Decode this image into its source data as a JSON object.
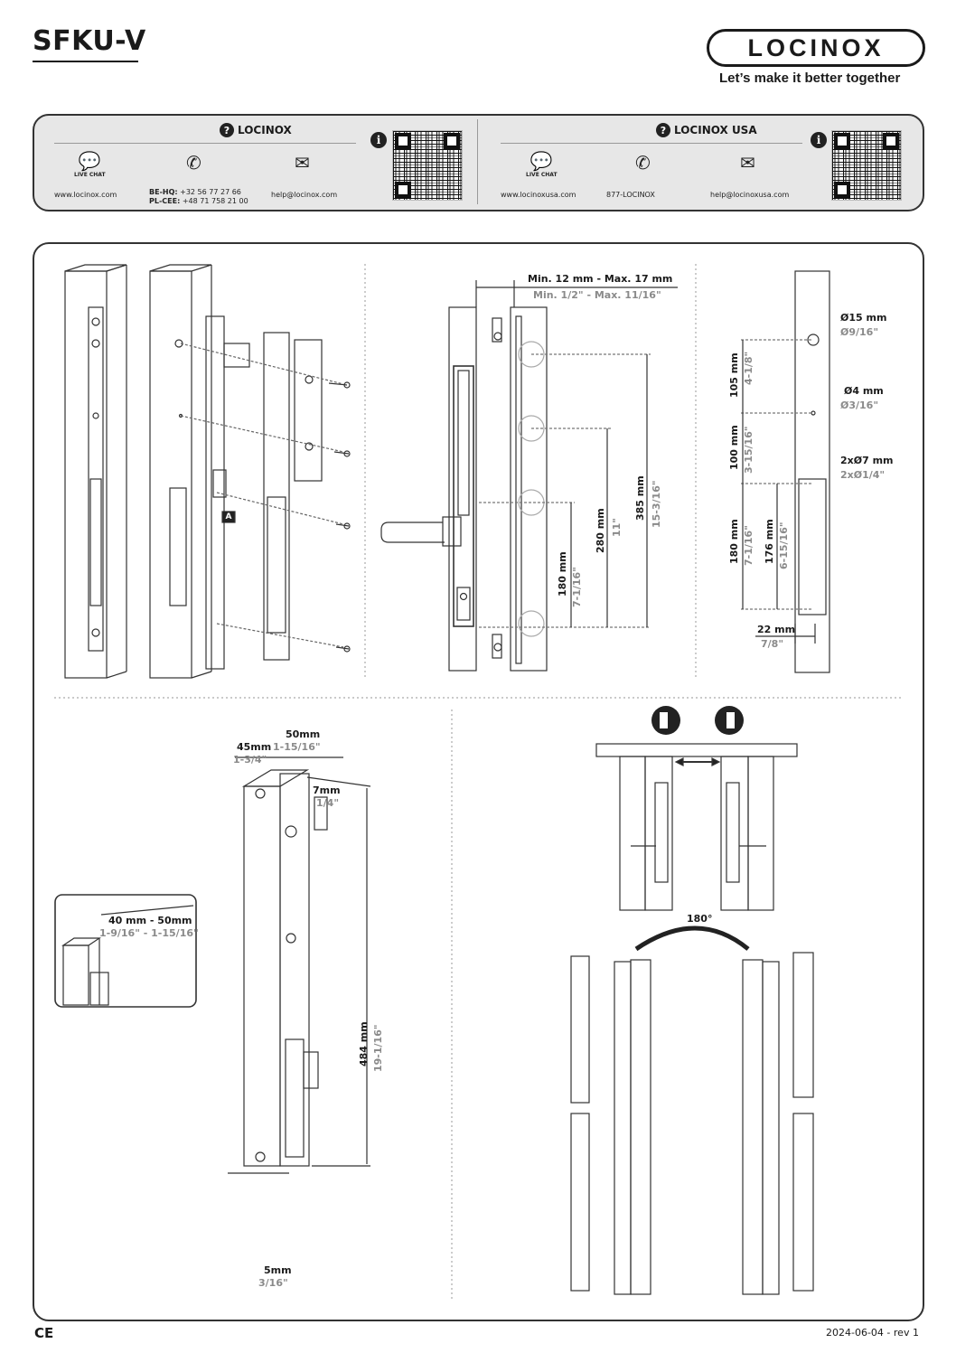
{
  "header": {
    "title": "SFKU-V",
    "logo_text": "LOCINOX",
    "tagline": "Let’s make it better together"
  },
  "contacts": {
    "left": {
      "heading": "LOCINOX",
      "live_chat": "LIVE CHAT",
      "website": "www.locinox.com",
      "phone_label_1": "BE-HQ:",
      "phone_1": "+32 56 77 27 66",
      "phone_label_2": "PL-CEE:",
      "phone_2": "+48 71 758 21 00",
      "email": "help@locinox.com"
    },
    "right": {
      "heading": "LOCINOX USA",
      "live_chat": "LIVE CHAT",
      "website": "www.locinoxusa.com",
      "phone": "877-LOCINOX",
      "email": "help@locinoxusa.com"
    }
  },
  "dimensions": {
    "gap_mm": "Min. 12 mm - Max. 17 mm",
    "gap_in": "Min. 1/2\" - Max. 11/16\"",
    "h180_mm": "180 mm",
    "h180_in": "7-1/16\"",
    "h280_mm": "280 mm",
    "h280_in": "11\"",
    "h385_mm": "385 mm",
    "h385_in": "15-3/16\"",
    "d15_mm": "Ø15 mm",
    "d15_in": "Ø9/16\"",
    "d4_mm": "Ø4 mm",
    "d4_in": "Ø3/16\"",
    "d7_mm": "2xØ7 mm",
    "d7_in": "2xØ1/4\"",
    "v105_mm": "105 mm",
    "v105_in": "4-1/8\"",
    "v100_mm": "100 mm",
    "v100_in": "3-15/16\"",
    "v180_mm": "180 mm",
    "v180_in": "7-1/16\"",
    "v176_mm": "176 mm",
    "v176_in": "6-15/16\"",
    "w22_mm": "22 mm",
    "w22_in": "7/8\"",
    "w50_mm": "50mm",
    "w50_in": "1-15/16\"",
    "w45_mm": "45mm",
    "w45_in": "1-3/4\"",
    "w7_mm": "7mm",
    "w7_in": "1/4\"",
    "h484_mm": "484 mm",
    "h484_in": "19-1/16\"",
    "w5_mm": "5mm",
    "w5_in": "3/16\"",
    "post_mm": "40 mm - 50mm",
    "post_in": "1-9/16\" - 1-15/16\"",
    "angle": "180°",
    "label_a": "A"
  },
  "footer": {
    "ce": "CE",
    "date_rev": "2024-06-04 - rev 1"
  }
}
